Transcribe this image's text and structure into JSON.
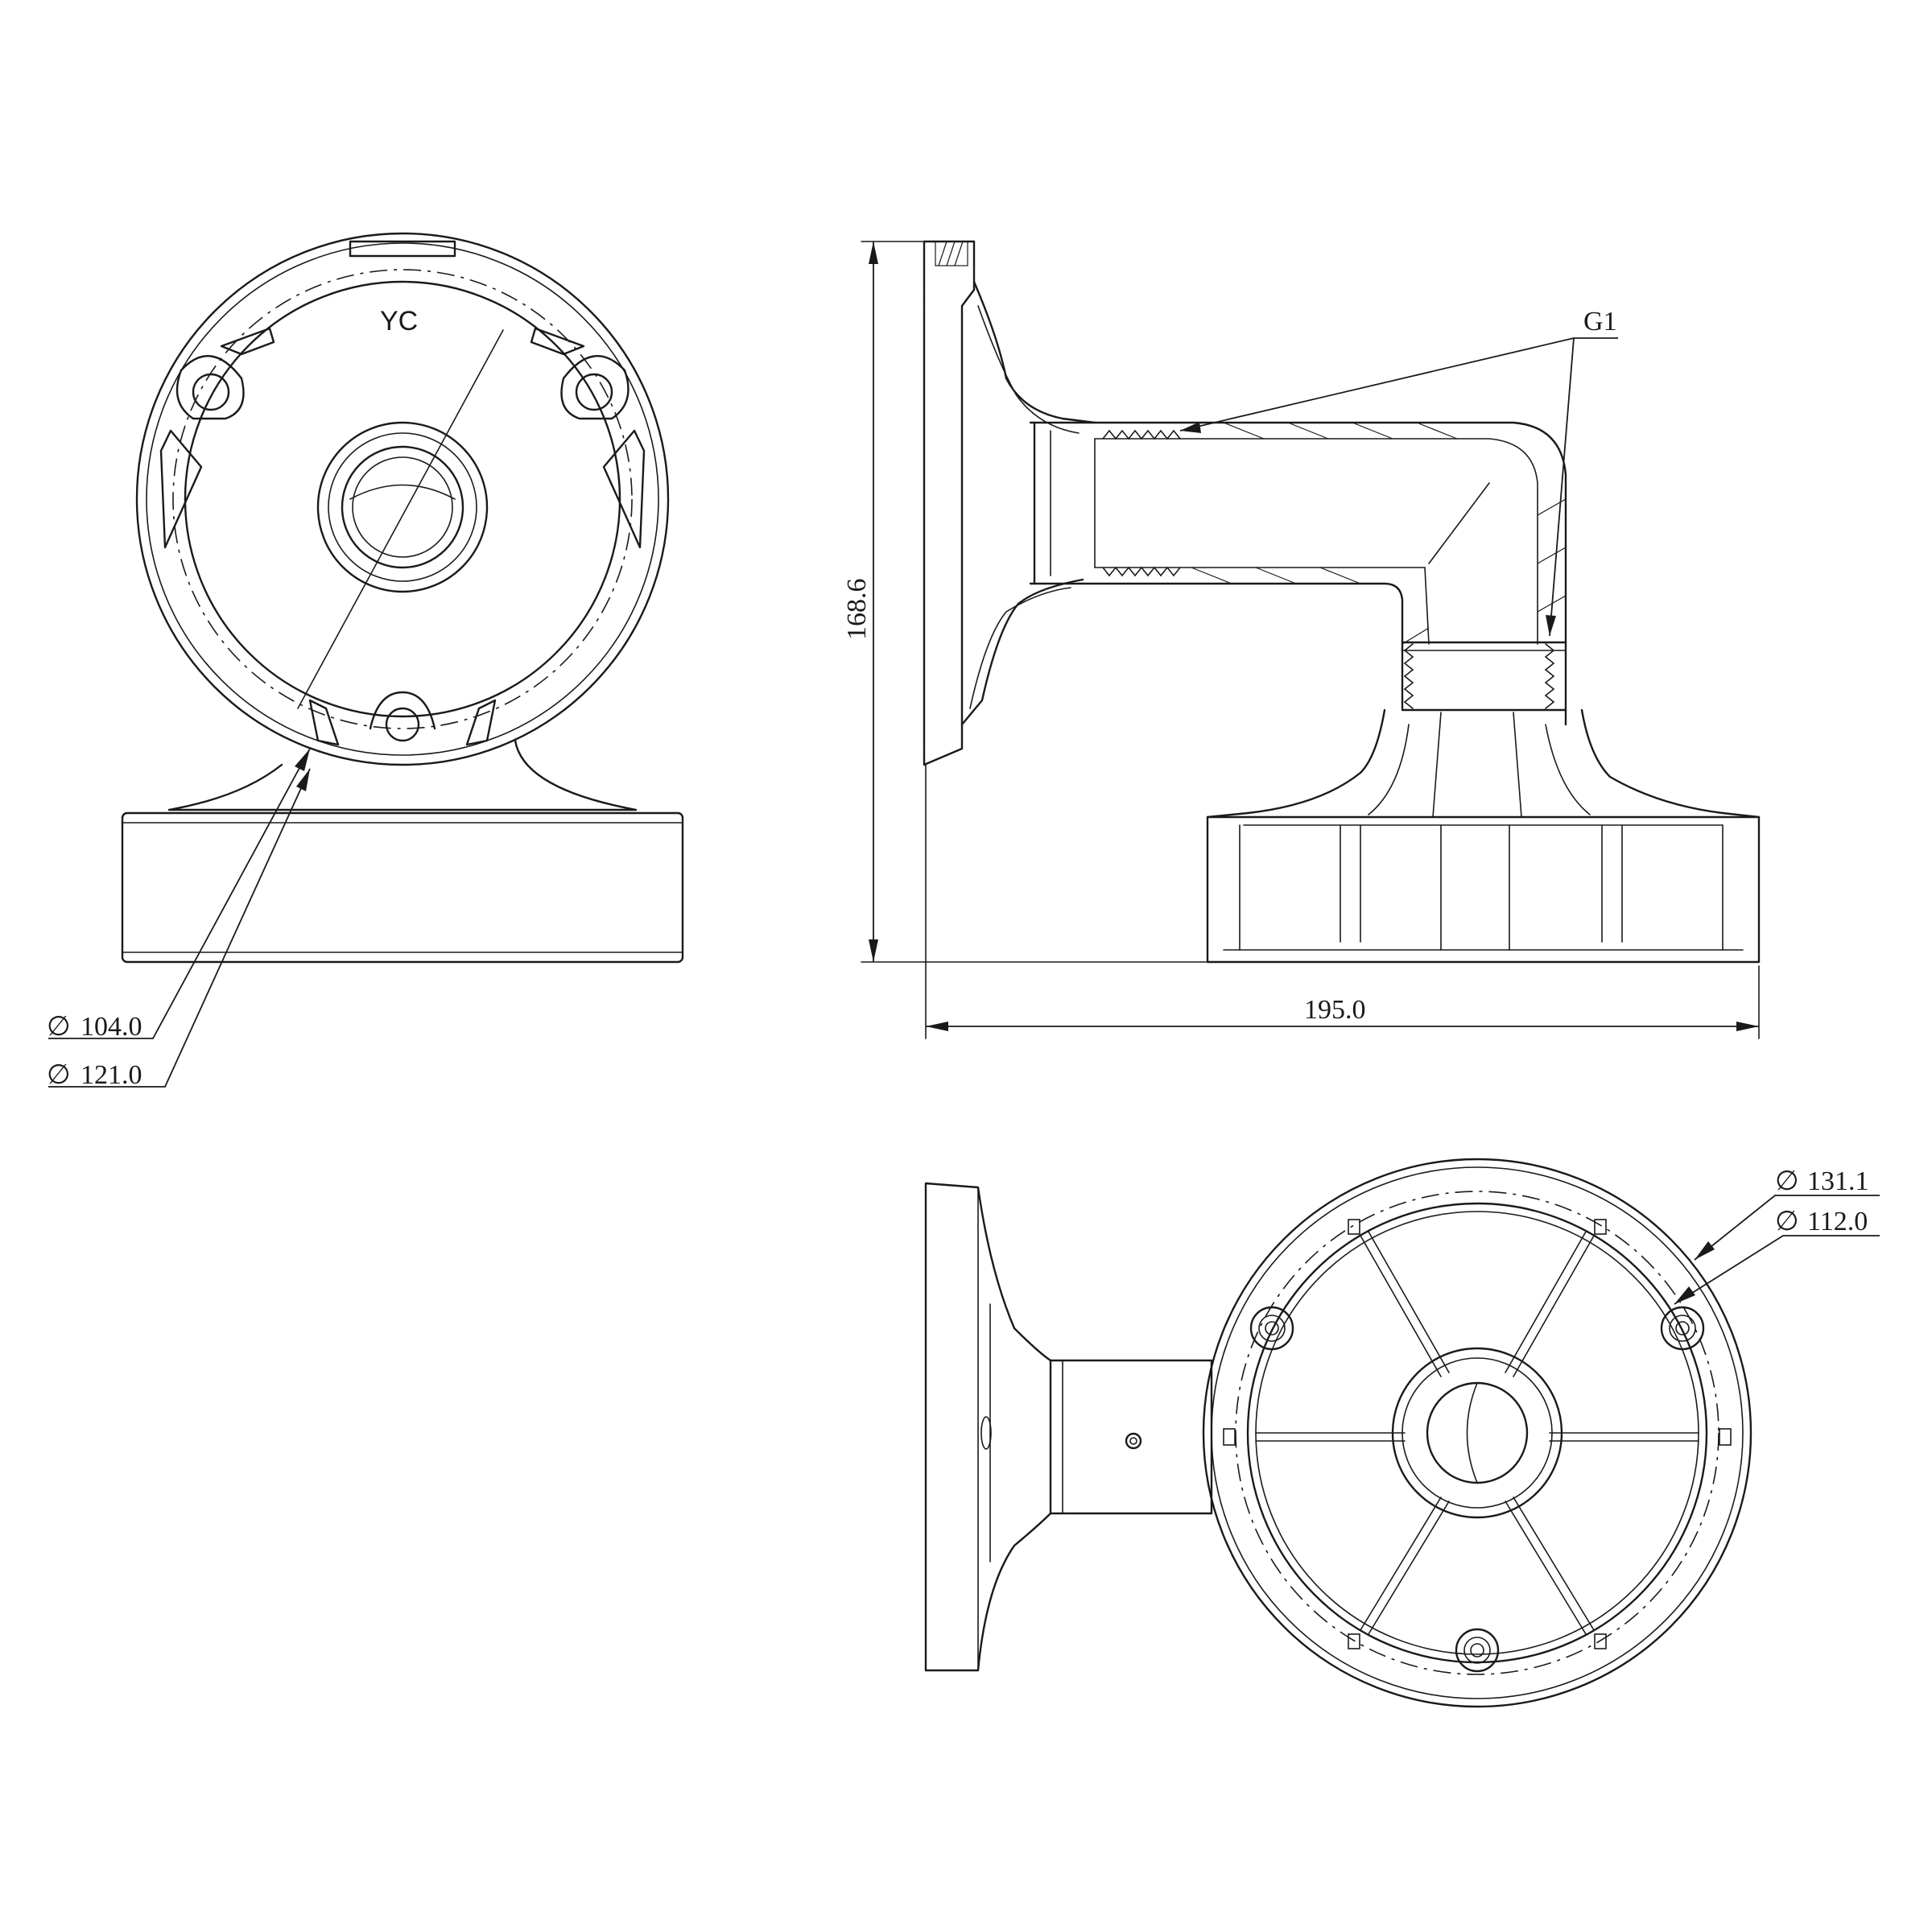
{
  "front_view": {
    "label": "YC",
    "dim_inner_diameter": "104.0",
    "dim_outer_diameter": "121.0"
  },
  "side_view": {
    "thread_callout": "G1",
    "dim_height": "168.6",
    "dim_width": "195.0"
  },
  "bottom_view": {
    "dim_outer_diameter": "131.1",
    "dim_hole_circle": "112.0"
  },
  "symbols": {
    "diameter": "∅"
  },
  "colors": {
    "line": "#1a1a1a",
    "background": "#ffffff"
  }
}
